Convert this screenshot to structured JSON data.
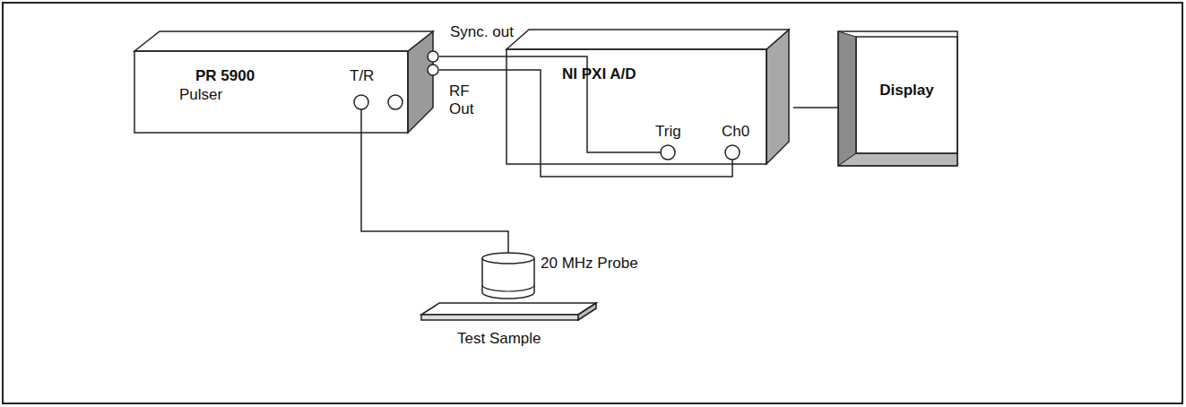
{
  "diagram": {
    "nodes": [
      {
        "text": [
          "PR 5900",
          "Pulser",
          "T/R"
        ]
      },
      {
        "text": [
          "NI PXI A/D",
          "Trig",
          "Ch0"
        ]
      },
      {
        "text": [
          "Display"
        ]
      },
      {
        "text": [
          "20 MHz Probe"
        ]
      },
      {
        "text": [
          "Test Sample"
        ]
      }
    ],
    "edges": [
      {
        "from": 0,
        "to": 1,
        "arrow": "none"
      },
      {
        "from": 0,
        "to": 1,
        "arrow": "none"
      },
      {
        "from": 1,
        "to": 2,
        "arrow": "none"
      },
      {
        "from": 0,
        "to": 3,
        "arrow": "none"
      }
    ],
    "labels": [
      "Sync. out",
      "RF Out"
    ]
  }
}
